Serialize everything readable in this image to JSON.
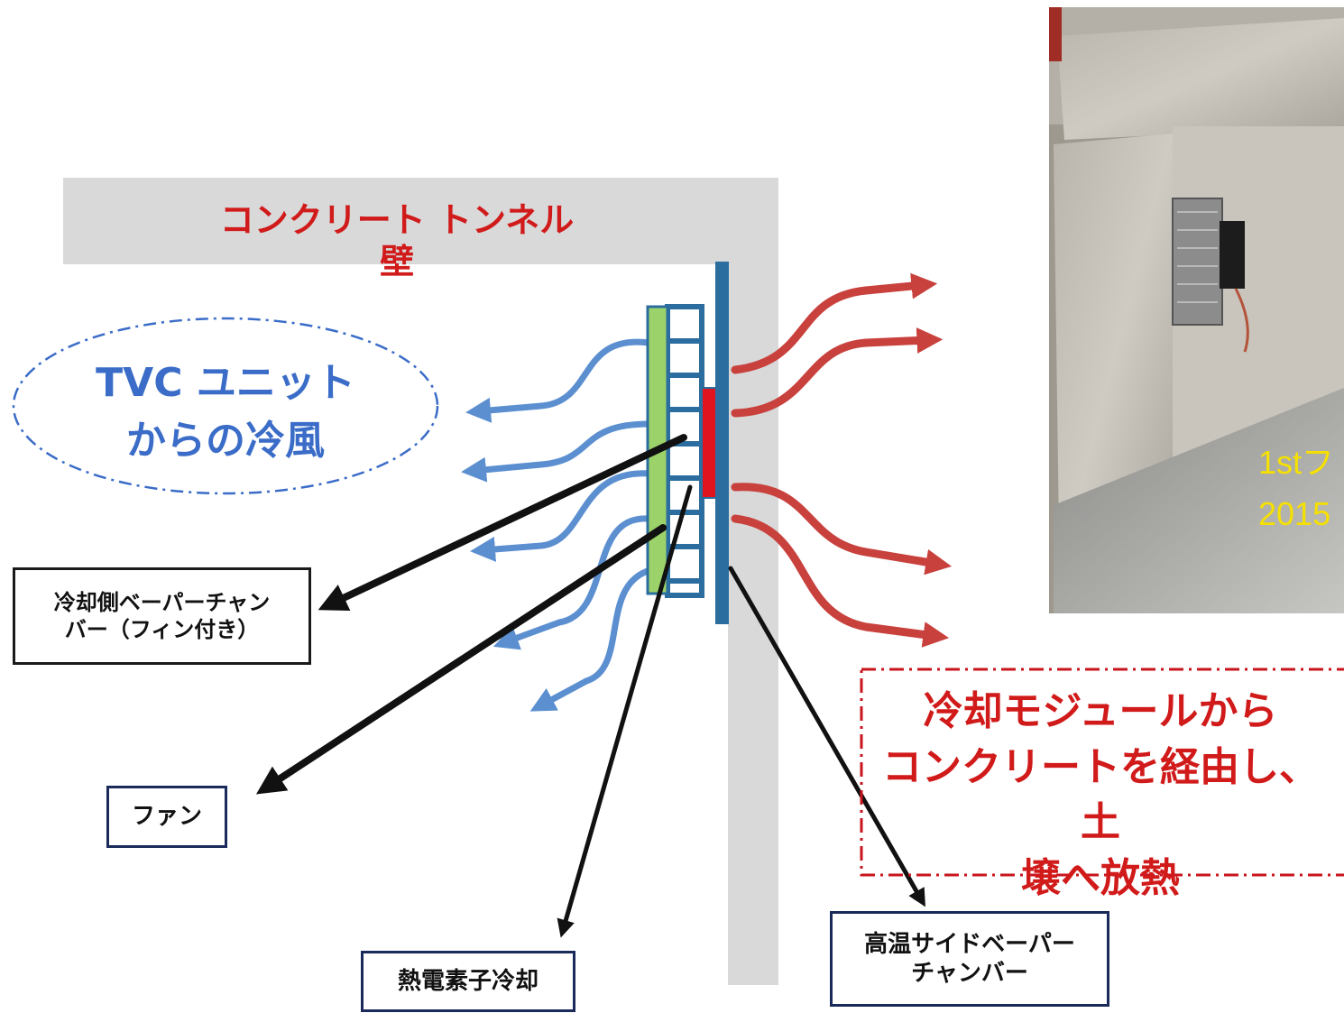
{
  "labels": {
    "wall": "コンクリート トンネル壁",
    "cold_air": "TVC ユニット\nからの冷風",
    "cold_chamber": "冷却側ベーパーチャン\nバー（フィン付き）",
    "fan": "ファン",
    "peltier": "熱電素子冷却",
    "hot_chamber": "高温サイドベーパー\nチャンバー",
    "heat_path": "冷却モジュールから\nコンクリートを経由し、土\n壌へ放熱",
    "photo_caption_1": "1stフ",
    "photo_caption_2": "2015"
  },
  "colors": {
    "wall_gray": "#d9d9d9",
    "cold_blue": "#5b8fd0",
    "hot_red": "#c8413d",
    "green_fin": "#9bd26a",
    "peltier_red": "#e0141e",
    "plate_blue": "#2b6d9e",
    "label_red": "#d11a1a",
    "label_blue": "#3a6cc8",
    "caption_yellow": "#f5e000"
  }
}
